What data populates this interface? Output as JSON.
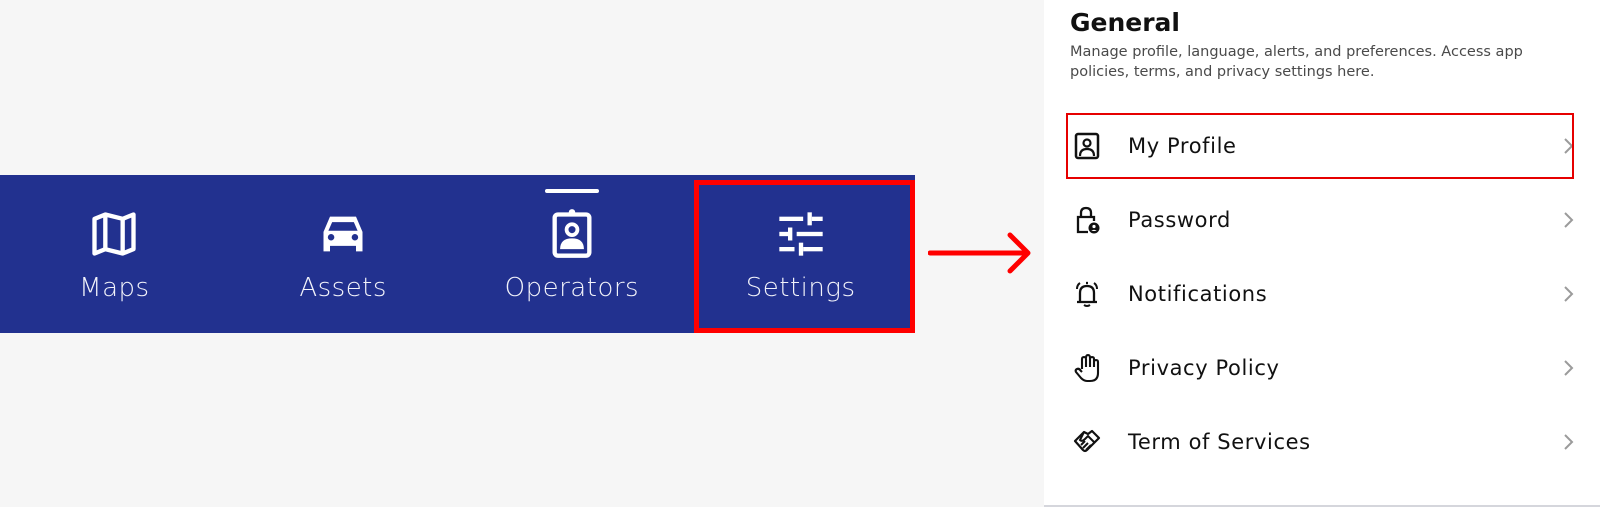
{
  "bottom_nav": {
    "items": [
      {
        "label": "Maps",
        "icon": "map-icon"
      },
      {
        "label": "Assets",
        "icon": "car-icon"
      },
      {
        "label": "Operators",
        "icon": "id-badge-icon",
        "active": true
      },
      {
        "label": "Settings",
        "icon": "sliders-icon",
        "highlighted": true
      }
    ],
    "background_color": "#22318f"
  },
  "annotation": {
    "highlight_color": "#ff0000",
    "arrow": "right-arrow"
  },
  "settings_panel": {
    "title": "General",
    "description": "Manage profile, language, alerts, and preferences. Access app policies, terms, and privacy settings here.",
    "items": [
      {
        "label": "My Profile",
        "icon": "profile-icon",
        "highlighted": true
      },
      {
        "label": "Password",
        "icon": "lock-user-icon"
      },
      {
        "label": "Notifications",
        "icon": "bell-ringing-icon"
      },
      {
        "label": "Privacy Policy",
        "icon": "hand-icon"
      },
      {
        "label": "Term of Services",
        "icon": "handshake-icon"
      }
    ]
  }
}
